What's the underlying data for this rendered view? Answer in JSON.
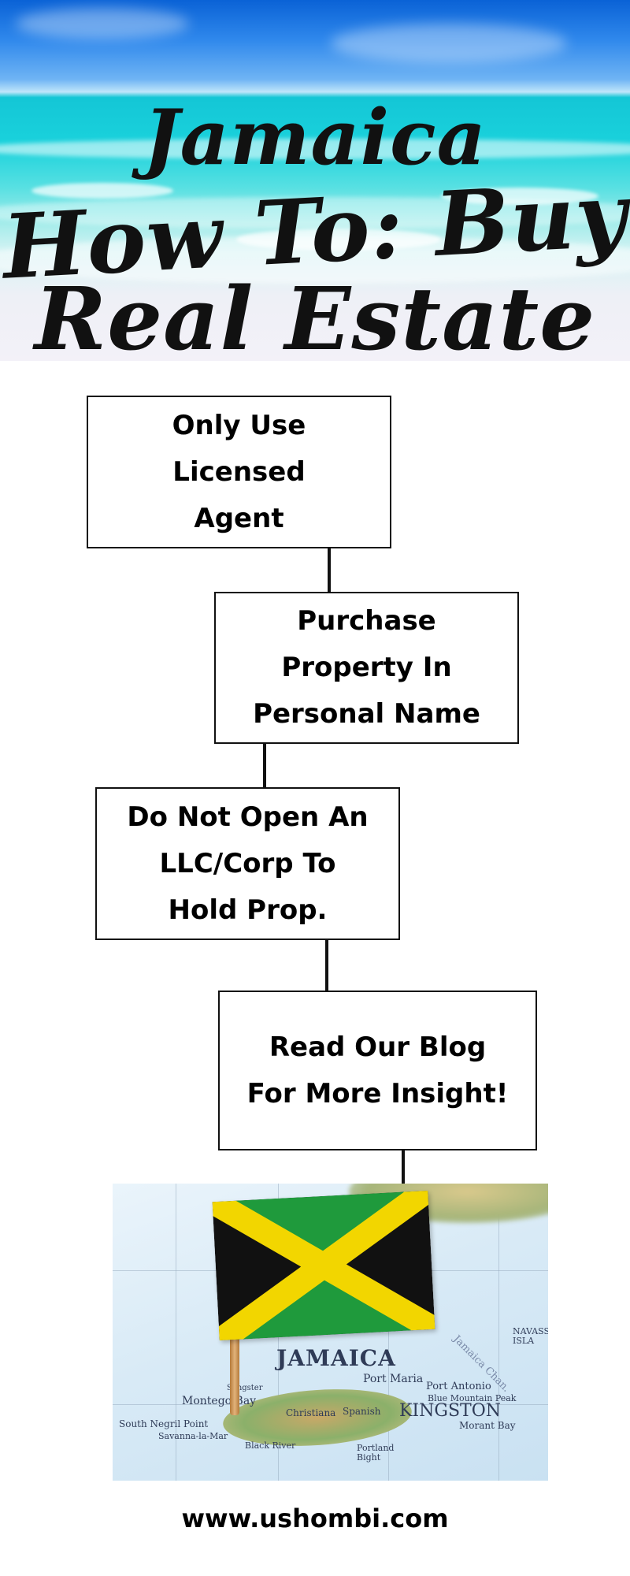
{
  "title": {
    "line1": "Jamaica",
    "line2": "How To: Buy",
    "line3": "Real Estate"
  },
  "steps": [
    {
      "text": "Only Use\nLicensed\nAgent"
    },
    {
      "text": "Purchase\nProperty In\nPersonal Name"
    },
    {
      "text": "Do Not Open An\nLLC/Corp To\nHold Prop."
    },
    {
      "text": "Read Our Blog\nFor More Insight!"
    }
  ],
  "map": {
    "labels": {
      "country": "JAMAICA",
      "capital": "KINGSTON",
      "montego_bay": "Montego Bay",
      "sangster": "Sangster",
      "christiana": "Christiana",
      "spanish_town": "Spanish",
      "port_maria": "Port Maria",
      "port_antonio": "Port Antonio",
      "blue_mountain_peak": "Blue Mountain Peak",
      "south_negril_point": "South Negril Point",
      "savanna_la_mar": "Savanna-la-Mar",
      "black_river": "Black River",
      "morant_bay": "Morant Bay",
      "navassa_island": "NAVASS\nISLA",
      "portland_bight": "Portland\nBight",
      "jamaica_channel": "Jamaica Chan."
    },
    "flag_colors": {
      "green": "#1f9a3c",
      "yellow": "#f2d600",
      "black": "#111111"
    }
  },
  "footer": {
    "url": "www.ushombi.com"
  }
}
